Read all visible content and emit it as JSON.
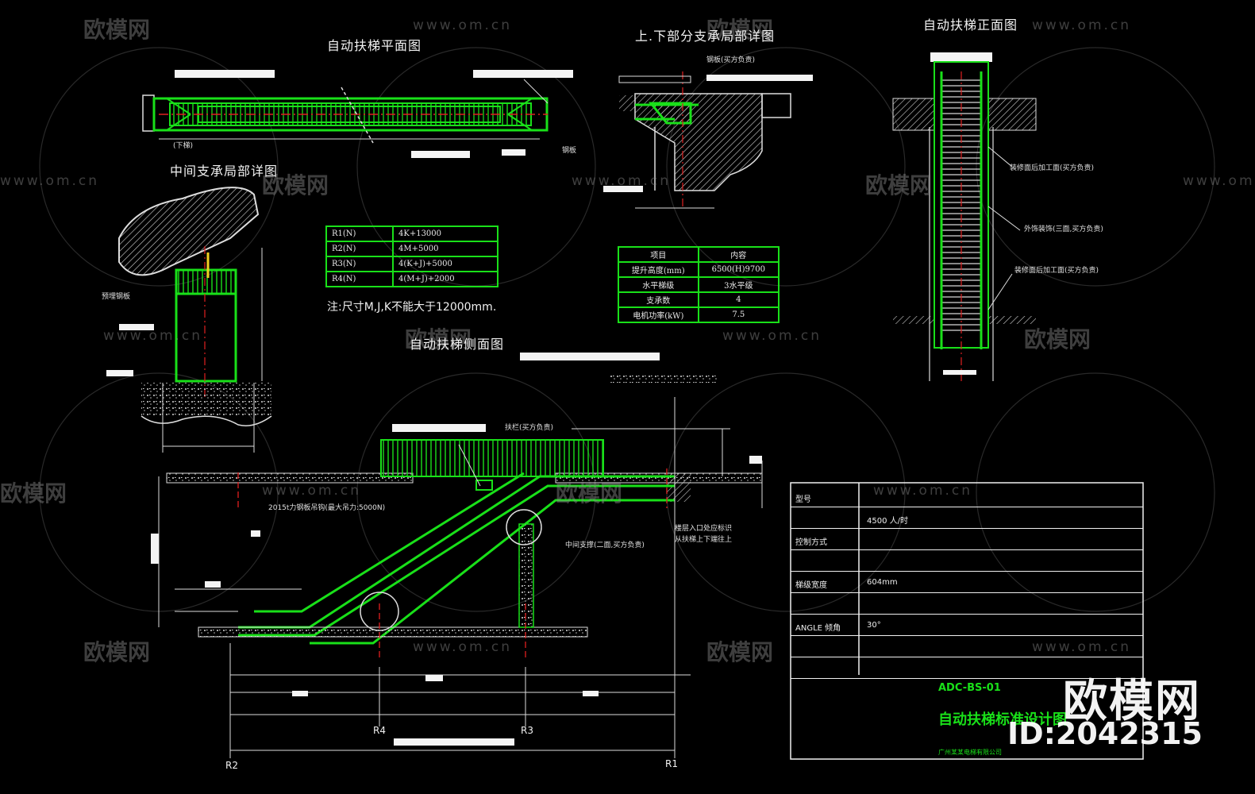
{
  "titles": {
    "plan": "自动扶梯平面图",
    "support_detail": "上.下部分支承局部详图",
    "front": "自动扶梯正面图",
    "middle_support": "中间支承局部详图",
    "side": "自动扶梯侧面图"
  },
  "labels": {
    "plan_down": "(下梯)",
    "front_note1": "装修面后加工面(买方负责)",
    "front_note2": "外饰装饰(三面,买方负责)",
    "front_note3": "装修面后加工面(买方负责)",
    "support_note1": "钢板(买方负责)",
    "support_note2": "钢板",
    "mid_note": "预埋钢板",
    "side_note1": "扶栏(买方负责)",
    "side_note2": "2015t力钢板吊钩(最大吊力:5000N)",
    "side_note3": "中间支撑(二面,买方负责)",
    "side_note4": "楼层入口处应标识",
    "side_note5": "从扶梯上下端往上",
    "r1": "R1",
    "r2": "R2",
    "r3": "R3",
    "r4": "R4"
  },
  "reaction_table": [
    {
      "k": "R1(N)",
      "v": "4K+13000"
    },
    {
      "k": "R2(N)",
      "v": "4M+5000"
    },
    {
      "k": "R3(N)",
      "v": "4(K+J)+5000"
    },
    {
      "k": "R4(N)",
      "v": "4(M+J)+2000"
    }
  ],
  "reaction_note": "注:尺寸M,J,K不能大于12000mm.",
  "spec_table": {
    "headers": [
      "项目",
      "内容"
    ],
    "rows": [
      {
        "k": "提升高度(mm)",
        "v": "6500(H)9700"
      },
      {
        "k": "水平梯级",
        "v": "3水平级"
      },
      {
        "k": "支承数",
        "v": "4"
      },
      {
        "k": "电机功率(kW)",
        "v": "7.5"
      }
    ]
  },
  "title_block": {
    "rows": [
      {
        "k": "型号",
        "v": ""
      },
      {
        "k": "",
        "v": "4500 人/时"
      },
      {
        "k": "控制方式",
        "v": ""
      },
      {
        "k": "",
        "v": ""
      },
      {
        "k": "梯级宽度",
        "v": "604mm"
      },
      {
        "k": "",
        "v": ""
      },
      {
        "k": "ANGLE 倾角",
        "v": "30°"
      },
      {
        "k": "",
        "v": ""
      },
      {
        "k": "",
        "v": ""
      }
    ],
    "drawing_title": "自动扶梯标准设计图",
    "code": "ADC-BS-01",
    "footer": "广州某某电梯有限公司"
  },
  "watermark": {
    "brand": "欧模网",
    "url": "www.om.cn",
    "id": "ID:2042315"
  },
  "colors": {
    "background": "#000000",
    "line_green": "#19e019",
    "dim_white": "#f0f0f0",
    "axis_red": "#e02020"
  }
}
